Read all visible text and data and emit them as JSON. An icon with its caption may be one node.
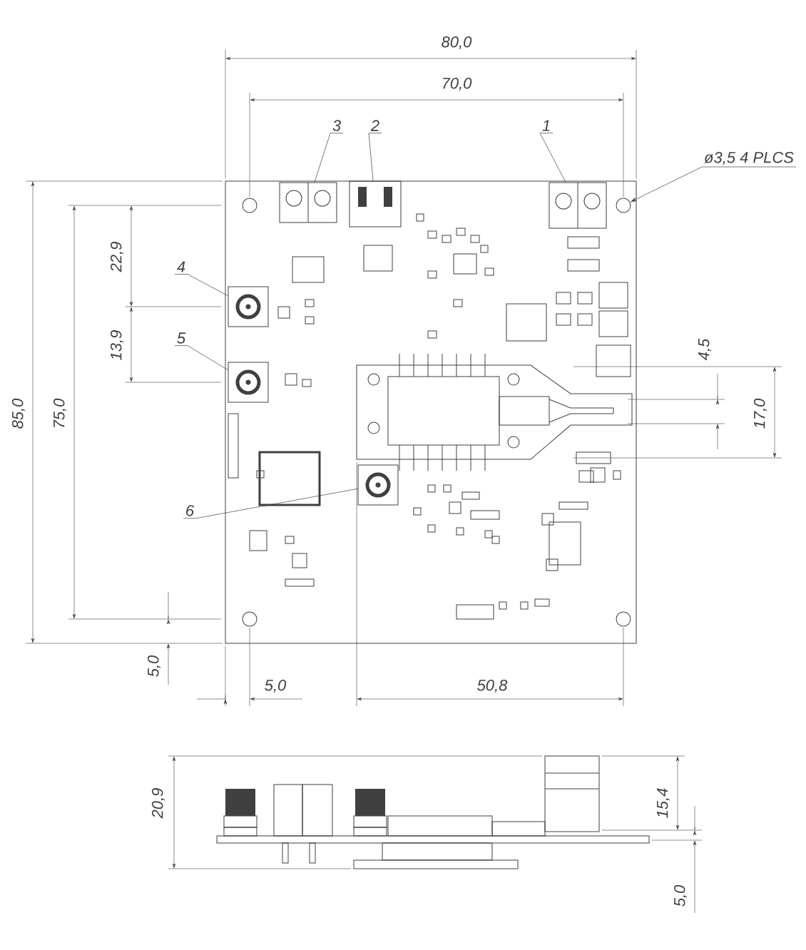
{
  "diagram": {
    "nodes": [
      {
        "text": [
          "3"
        ]
      },
      {
        "text": [
          "2"
        ]
      },
      {
        "text": [
          "1"
        ]
      },
      {
        "text": [
          "ø3,5 4 PLCS"
        ]
      },
      {
        "text": [
          "4"
        ]
      },
      {
        "text": [
          "5"
        ]
      },
      {
        "text": [
          "6"
        ]
      },
      {
        "text": [],
        "shape": "box"
      },
      {
        "text": [],
        "shape": "box"
      },
      {
        "text": [],
        "shape": "box"
      },
      {
        "text": [],
        "shape": "circle"
      },
      {
        "text": [],
        "shape": "box"
      },
      {
        "text": [],
        "shape": "box"
      },
      {
        "text": [],
        "shape": "box"
      }
    ],
    "edges": [
      {
        "from": 0,
        "to": 7,
        "arrow": "none"
      },
      {
        "from": 1,
        "to": 8,
        "arrow": "none"
      },
      {
        "from": 2,
        "to": 9,
        "arrow": "none"
      },
      {
        "from": 3,
        "to": 10,
        "arrow": "to"
      },
      {
        "from": 4,
        "to": 11,
        "arrow": "none"
      },
      {
        "from": 5,
        "to": 12,
        "arrow": "none"
      },
      {
        "from": 6,
        "to": 13,
        "arrow": "none"
      }
    ],
    "labels": [
      "80,0",
      "70,0",
      "22,9",
      "13,9",
      "4,5",
      "85,0",
      "75,0",
      "17,0",
      "5,0",
      "5,0",
      "50,8",
      "20,9",
      "15,4",
      "5,0"
    ]
  }
}
